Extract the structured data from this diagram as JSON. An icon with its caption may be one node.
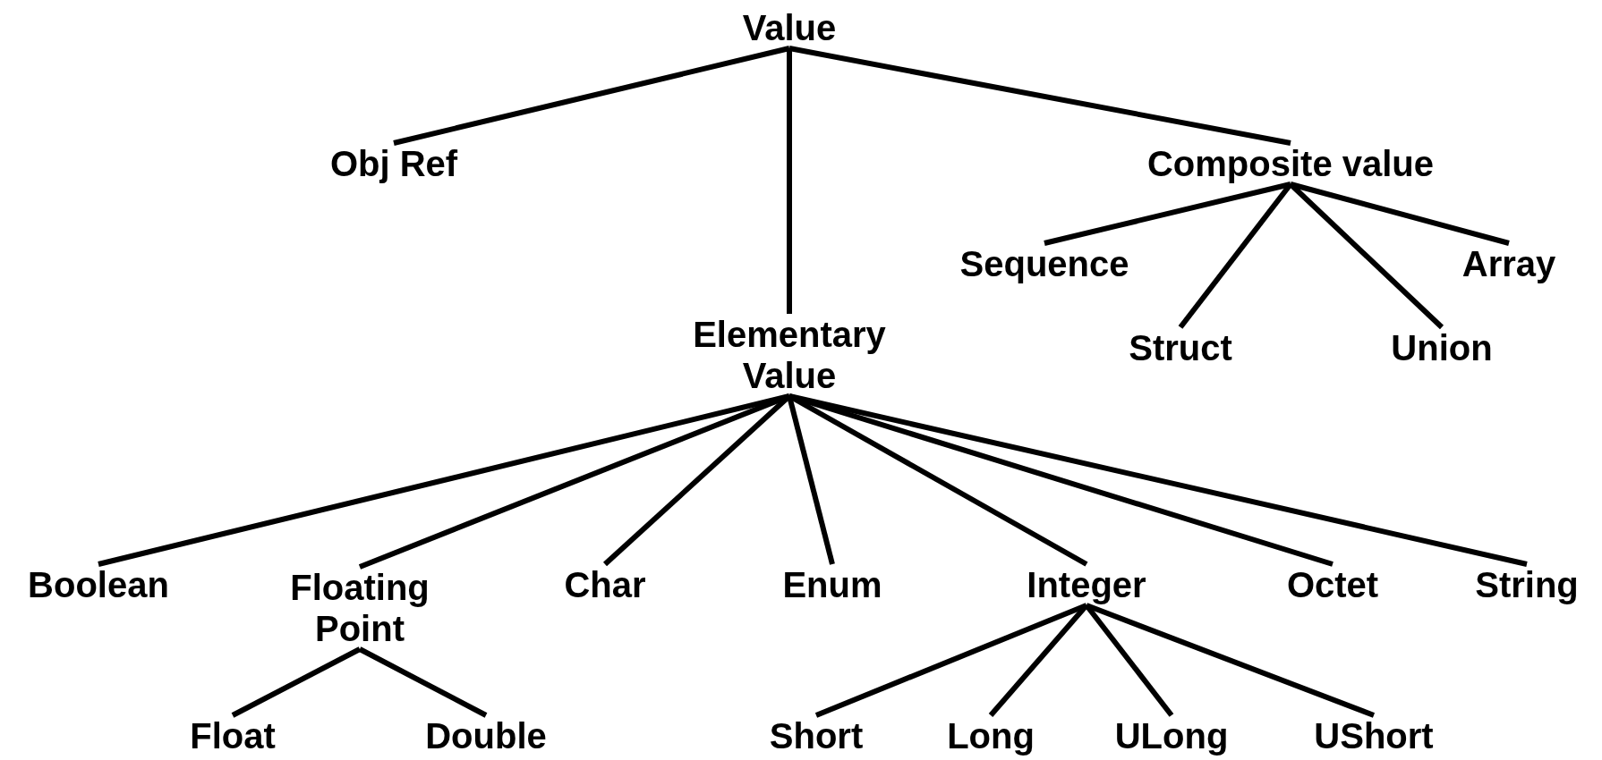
{
  "diagram": {
    "nodes": [
      {
        "text": [
          "Value"
        ]
      },
      {
        "text": [
          "Obj Ref"
        ]
      },
      {
        "text": [
          "Composite value"
        ]
      },
      {
        "text": [
          "Sequence"
        ]
      },
      {
        "text": [
          "Array"
        ]
      },
      {
        "text": [
          "Struct"
        ]
      },
      {
        "text": [
          "Union"
        ]
      },
      {
        "text": [
          "Elementary Value"
        ]
      },
      {
        "text": [
          "Boolean"
        ]
      },
      {
        "text": [
          "Floating Point"
        ]
      },
      {
        "text": [
          "Char"
        ]
      },
      {
        "text": [
          "Enum"
        ]
      },
      {
        "text": [
          "Integer"
        ]
      },
      {
        "text": [
          "Octet"
        ]
      },
      {
        "text": [
          "String"
        ]
      },
      {
        "text": [
          "Float"
        ]
      },
      {
        "text": [
          "Double"
        ]
      },
      {
        "text": [
          "Short"
        ]
      },
      {
        "text": [
          "Long"
        ]
      },
      {
        "text": [
          "ULong"
        ]
      },
      {
        "text": [
          "UShort"
        ]
      }
    ],
    "edges": [
      {
        "from": 0,
        "to": 1,
        "arrow": "none"
      },
      {
        "from": 0,
        "to": 2,
        "arrow": "none"
      },
      {
        "from": 0,
        "to": 7,
        "arrow": "none"
      },
      {
        "from": 2,
        "to": 3,
        "arrow": "none"
      },
      {
        "from": 2,
        "to": 5,
        "arrow": "none"
      },
      {
        "from": 2,
        "to": 6,
        "arrow": "none"
      },
      {
        "from": 2,
        "to": 4,
        "arrow": "none"
      },
      {
        "from": 7,
        "to": 8,
        "arrow": "none"
      },
      {
        "from": 7,
        "to": 9,
        "arrow": "none"
      },
      {
        "from": 7,
        "to": 10,
        "arrow": "none"
      },
      {
        "from": 7,
        "to": 11,
        "arrow": "none"
      },
      {
        "from": 7,
        "to": 12,
        "arrow": "none"
      },
      {
        "from": 7,
        "to": 13,
        "arrow": "none"
      },
      {
        "from": 7,
        "to": 14,
        "arrow": "none"
      },
      {
        "from": 9,
        "to": 15,
        "arrow": "none"
      },
      {
        "from": 9,
        "to": 16,
        "arrow": "none"
      },
      {
        "from": 12,
        "to": 17,
        "arrow": "none"
      },
      {
        "from": 12,
        "to": 18,
        "arrow": "none"
      },
      {
        "from": 12,
        "to": 19,
        "arrow": "none"
      },
      {
        "from": 12,
        "to": 20,
        "arrow": "none"
      }
    ]
  }
}
